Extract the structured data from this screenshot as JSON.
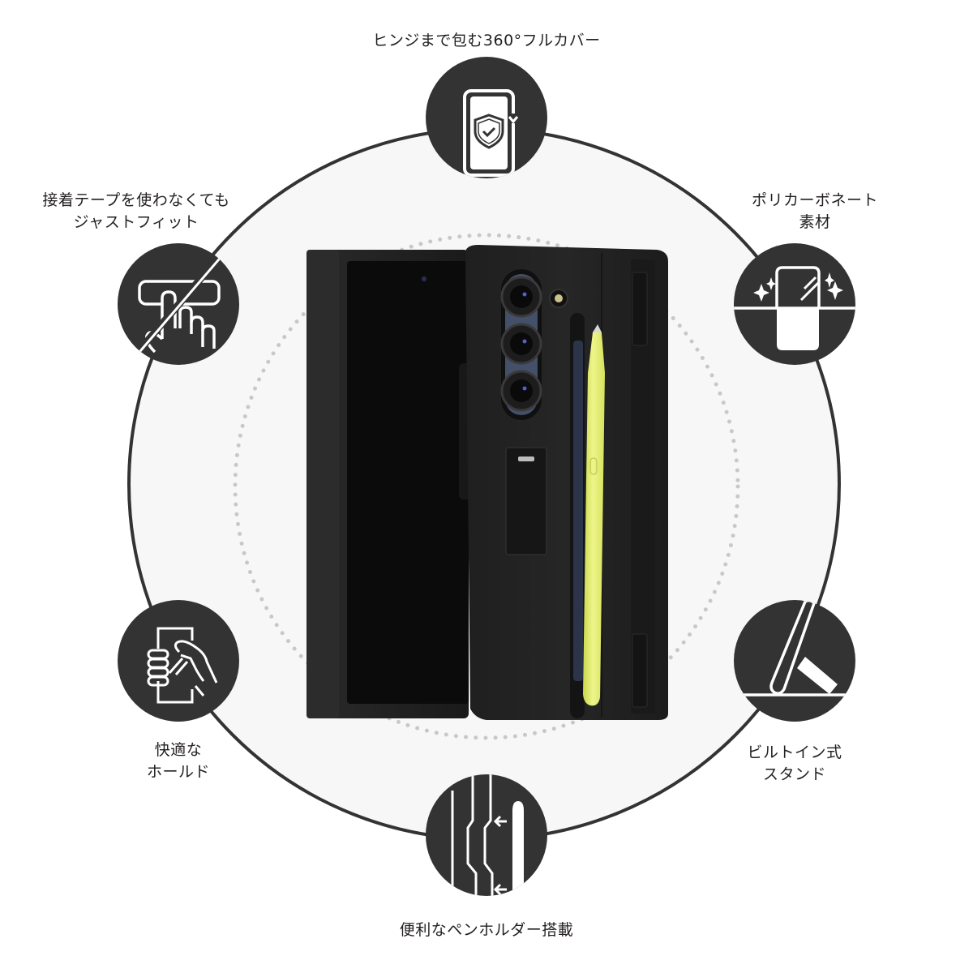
{
  "features": [
    {
      "id": "hinge-360",
      "icon": "phone-shield-rotate-icon",
      "lines": [
        "ヒンジまで包む360°フルカバー"
      ]
    },
    {
      "id": "no-adhesive",
      "icon": "no-tape-hand-icon",
      "lines": [
        "接着テープを使わなくても",
        "ジャストフィット"
      ]
    },
    {
      "id": "polycarbonate",
      "icon": "polycarbonate-sparkle-icon",
      "lines": [
        "ポリカーボネート",
        "素材"
      ]
    },
    {
      "id": "comfortable-hold",
      "icon": "hand-holding-phone-icon",
      "lines": [
        "快適な",
        "ホールド"
      ]
    },
    {
      "id": "built-in-stand",
      "icon": "kickstand-icon",
      "lines": [
        "ビルトイン式",
        "スタンド"
      ]
    },
    {
      "id": "pen-holder",
      "icon": "pen-holder-icon",
      "lines": [
        "便利なペンホルダー搭載"
      ]
    }
  ],
  "colors": {
    "icon_bg": "#333333",
    "ring": "#333333",
    "ring_fill": "#f7f7f7",
    "dots": "#c8c8c8",
    "case": "#1c1c1c",
    "pen": "#e6f07a",
    "text": "#231f20"
  },
  "product": {
    "name": "phone-case-foldable",
    "pen_color": "lime-yellow",
    "case_color": "black"
  }
}
